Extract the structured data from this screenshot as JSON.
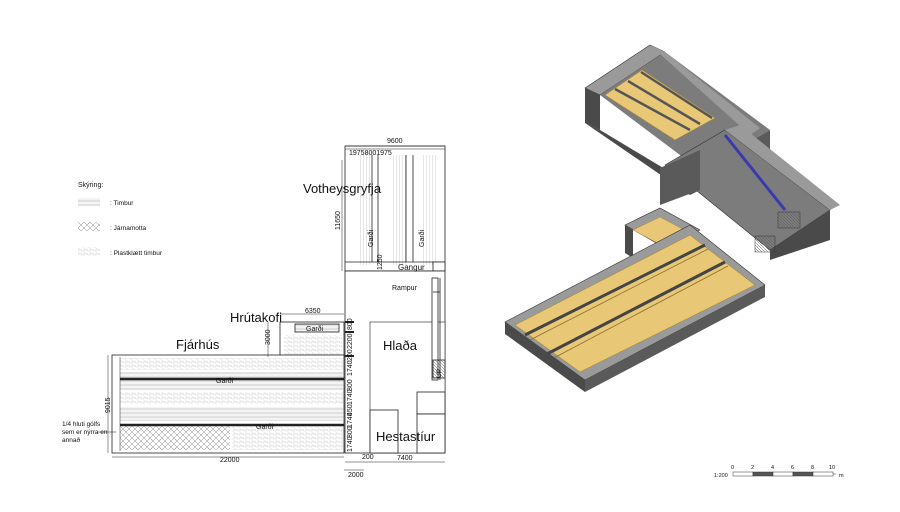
{
  "legend": {
    "title": "Skýring:",
    "items": [
      {
        "pattern": "timber",
        "label": ": Timbur"
      },
      {
        "pattern": "iron",
        "label": ": Járnamotta"
      },
      {
        "pattern": "plastic",
        "label": ": Plastklætt timbur"
      }
    ]
  },
  "rooms": {
    "votheysgryfja": "Votheysgryfja",
    "hrutakofi": "Hrútakofi",
    "fjarhus": "Fjárhús",
    "hlada": "Hlaða",
    "hestastiur": "Hestastíur",
    "gangur": "Gangur",
    "rampur": "Rampur",
    "up": "UP"
  },
  "gardi_label": "Garði",
  "note": [
    "1/4 hluti gólfs",
    "sem er nýrra en",
    "annað"
  ],
  "dimensions": {
    "silo_width": "9600",
    "silo_subdims": "19758001975",
    "silo_depth": "11650",
    "silo_1250": "1250",
    "hrutakofi_width": "6350",
    "hrutakofi_depth": "3000",
    "fjarhus_width": "22000",
    "fjarhus_depth": "9015",
    "bottom_200": "200",
    "hlada_width": "7400",
    "bottom_2000": "2000",
    "side_stack": [
      "800",
      "2200",
      "200",
      "1740",
      "800",
      "1740",
      "450",
      "1740",
      "800",
      "1740"
    ]
  },
  "scale_bar": {
    "ratio": "1:200",
    "ticks": [
      "0",
      "2",
      "4",
      "6",
      "8",
      "10"
    ],
    "unit": "m"
  },
  "colors": {
    "line": "#222222",
    "wall_top": "#9a9a9a",
    "wall_side": "#4a4a4a",
    "floor": "#7c7c7c",
    "timber": "#e8c777",
    "timber_dark": "#a88a3e",
    "ramp": "#3a3ab0"
  }
}
